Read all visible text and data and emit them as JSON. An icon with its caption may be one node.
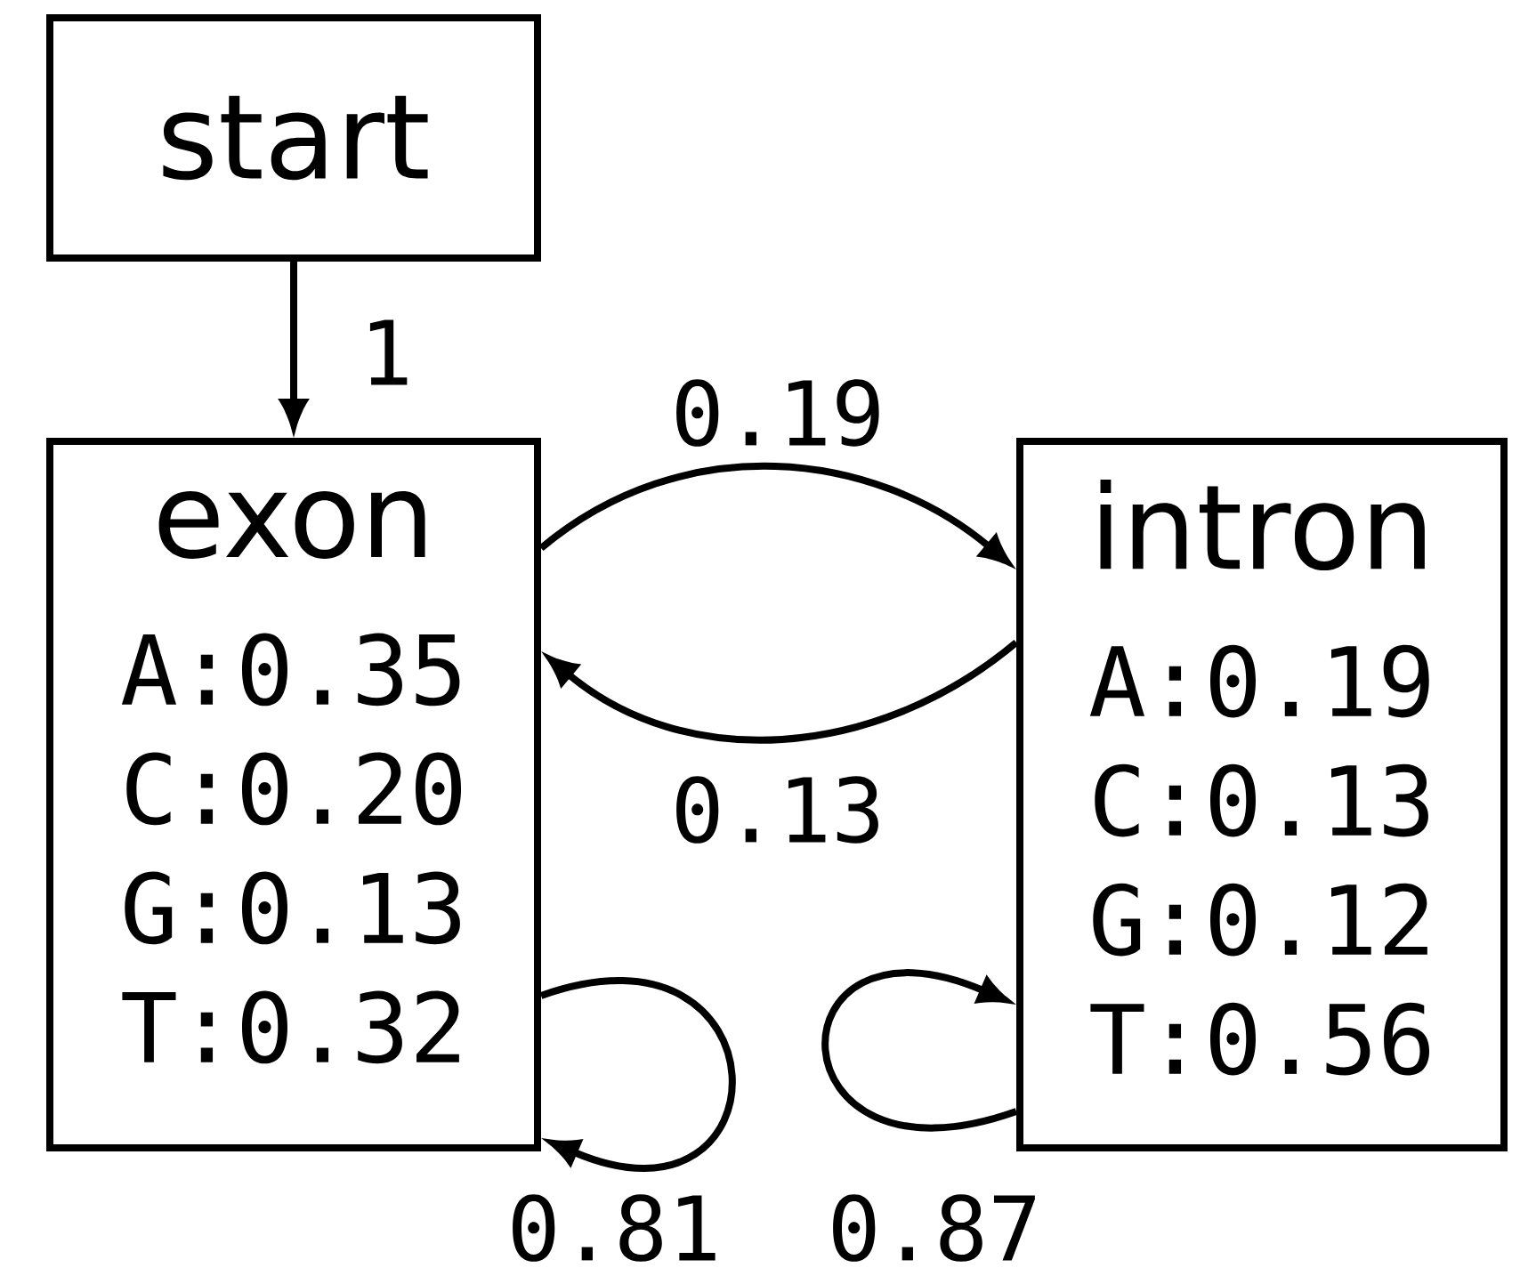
{
  "diagram": {
    "nodes": [
      {
        "text": [
          "start"
        ]
      },
      {
        "text": [
          "exon",
          "A:0.35",
          "C:0.20",
          "G:0.13",
          "T:0.32"
        ]
      },
      {
        "text": [
          "intron",
          "A:0.19",
          "C:0.13",
          "G:0.12",
          "T:0.56"
        ]
      }
    ],
    "edges": [
      {
        "from": 0,
        "to": 1,
        "arrow": "to",
        "label": "1"
      },
      {
        "from": 1,
        "to": 2,
        "arrow": "to",
        "label": "0.19"
      },
      {
        "from": 2,
        "to": 1,
        "arrow": "to",
        "label": "0.13"
      },
      {
        "from": 1,
        "to": 1,
        "arrow": "to",
        "label": "0.81"
      },
      {
        "from": 2,
        "to": 2,
        "arrow": "to",
        "label": "0.87"
      }
    ]
  }
}
